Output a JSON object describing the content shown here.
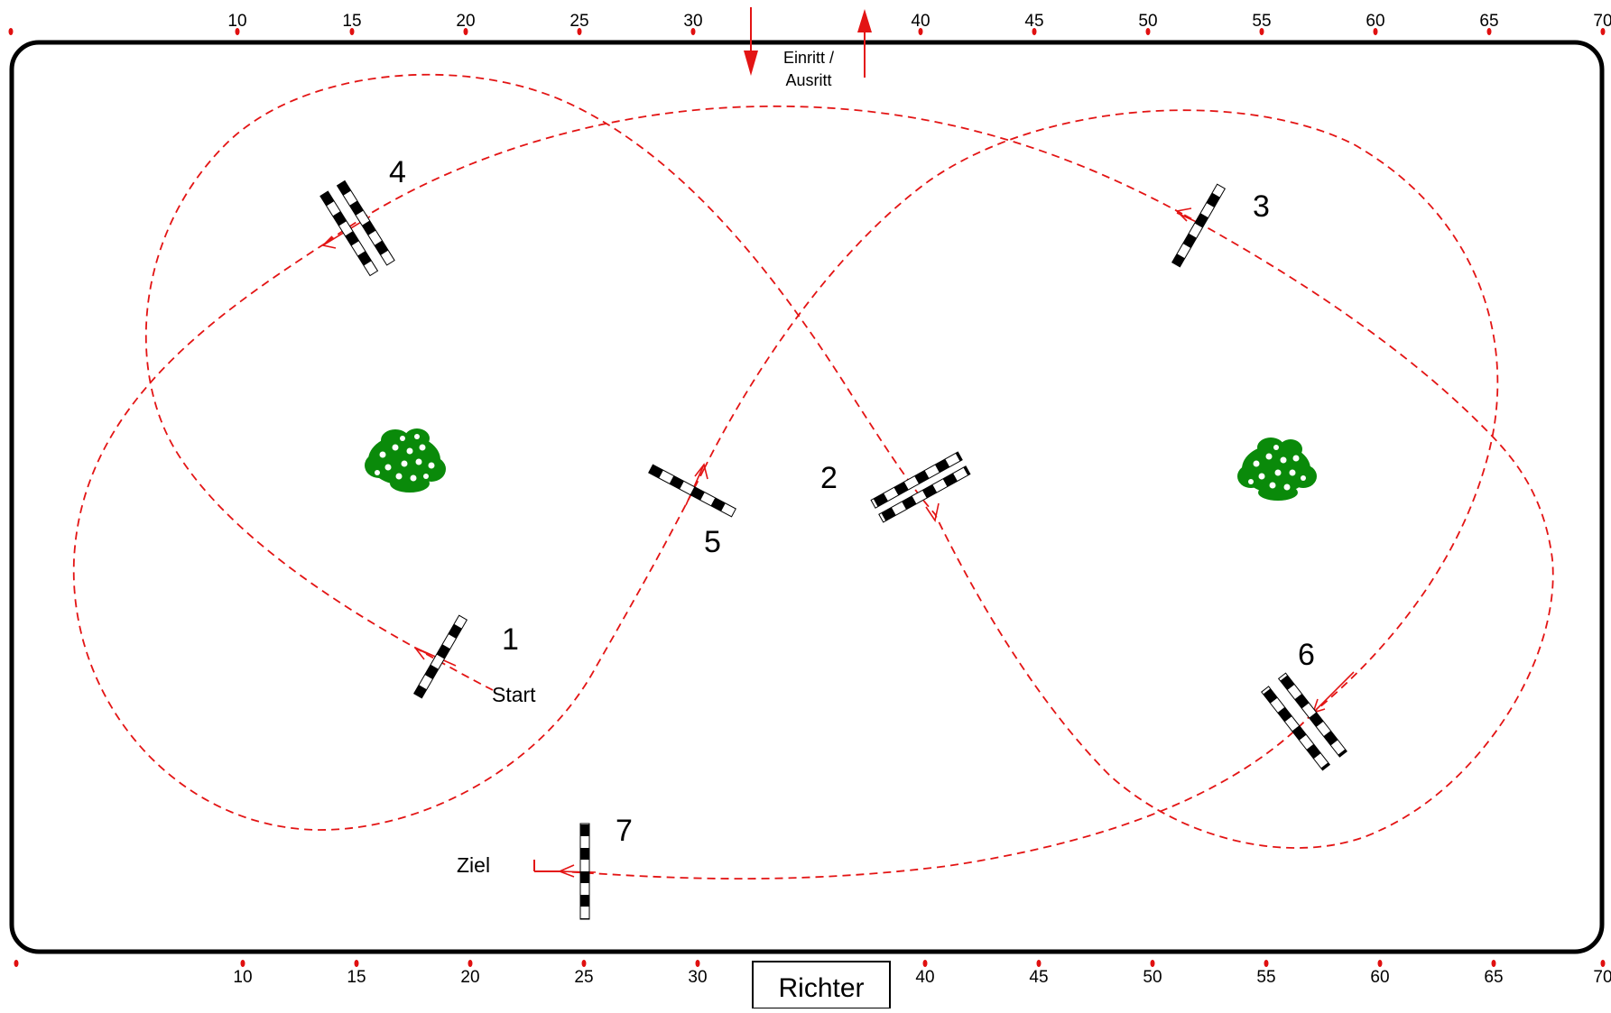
{
  "arena": {
    "entry_exit_label_line1": "Einritt /",
    "entry_exit_label_line2": "Ausritt",
    "judge_label": "Richter"
  },
  "scale_labels_top": [
    "10",
    "15",
    "20",
    "25",
    "30",
    "40",
    "45",
    "50",
    "55",
    "60",
    "65",
    "70"
  ],
  "scale_labels_bottom": [
    "10",
    "15",
    "20",
    "25",
    "30",
    "40",
    "45",
    "50",
    "55",
    "60",
    "65",
    "70"
  ],
  "obstacles": [
    {
      "number": "1",
      "type": "single-pole"
    },
    {
      "number": "2",
      "type": "oxer"
    },
    {
      "number": "3",
      "type": "single-pole"
    },
    {
      "number": "4",
      "type": "oxer"
    },
    {
      "number": "5",
      "type": "single-pole"
    },
    {
      "number": "6",
      "type": "oxer"
    },
    {
      "number": "7",
      "type": "single-pole"
    }
  ],
  "course_labels": {
    "start": "Start",
    "finish": "Ziel"
  },
  "decorations": [
    "bush-icon",
    "bush-icon"
  ],
  "colors": {
    "course_line": "#e31414",
    "arena_border": "#000000",
    "bush_green": "#0a8a0a",
    "scale_marker": "#e01010"
  }
}
